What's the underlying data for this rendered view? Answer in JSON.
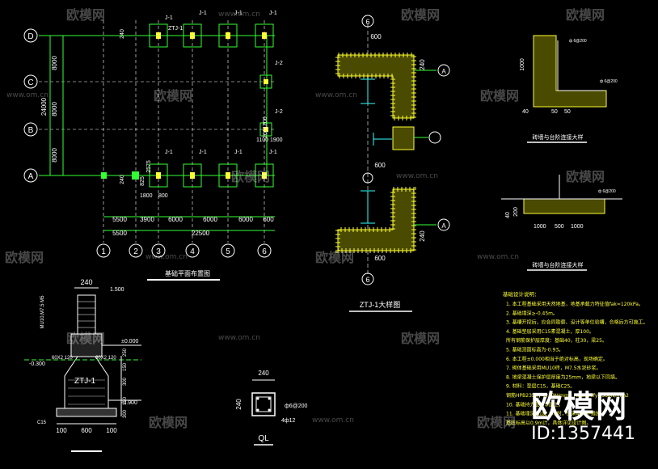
{
  "plan": {
    "row_labels": [
      "D",
      "C",
      "B",
      "A"
    ],
    "col_labels": [
      "1",
      "2",
      "3",
      "4",
      "5",
      "6"
    ],
    "vert_dims": [
      "8000",
      "8000",
      "8000"
    ],
    "vert_total": "24000",
    "dim_240": "240",
    "bay_dims": [
      "5500",
      "3900",
      "6000",
      "6000",
      "6000",
      "600"
    ],
    "total_dims": [
      "5500",
      "22500"
    ],
    "j1": "J-1",
    "j2": "J-2",
    "ztj1": "ZTJ-1",
    "dims_misc": [
      "1200",
      "200",
      "1100",
      "1900",
      "825",
      "2575",
      "1800",
      "800",
      "600"
    ],
    "title": "基础平面布置图"
  },
  "ztj1": {
    "labels": [
      "6",
      "6"
    ],
    "dims": [
      "600",
      "240",
      "600",
      "600",
      "240"
    ],
    "title": "ZTJ-1大样图"
  },
  "section1": {
    "title": "砖墙与台阶连接大样",
    "dims": [
      "1000",
      "50",
      "50",
      "40"
    ],
    "note": "ф 6@200"
  },
  "section2": {
    "title": "砖墙与台阶连接大样",
    "dims": [
      "1000",
      "500",
      "1000",
      "40",
      "200"
    ],
    "note": "ф 6@200"
  },
  "footing": {
    "top_dim": "240",
    "mortar": "MU10,M7.5 M5",
    "level_top": "1.500",
    "level_0": "±0.000",
    "level_neg": "-0.300",
    "level_bot": "-0.900",
    "grade": "C15",
    "beam": "60X2 120",
    "beam2": "60X2 120",
    "name": "ZTJ-1",
    "dims_v": [
      "250",
      "150",
      "300",
      "100",
      "300"
    ],
    "dims_h": [
      "100",
      "600",
      "100"
    ]
  },
  "ql": {
    "dim_w": "240",
    "dim_h": "240",
    "rebar1": "ф6@200",
    "rebar2": "4ф12",
    "label": "QL"
  },
  "notes": {
    "title": "基础设计说明：",
    "lines": [
      "1.  本工程基础采用天然地基，地基承载力特征值fak=120kPa。",
      "2.  基础埋深≥-0.45m。",
      "3.  基槽开挖后，应会同勘察、设计等单位验槽，合格后方可施工。",
      "4.  基础垫层采用C15素混凝土，厚100。",
      "     所有钢筋保护层厚度：基础40，柱30，梁25。",
      "5.  基础顶面标高为-0.93。",
      "6.  本工程±0.000相当于绝对标高，现场确定。",
      "7.  砌体基础采用MU10砖，M7.5水泥砂浆。",
      "8.  地梁混凝土保护层厚度为25mm，地梁以下回填。",
      "9.  材料：垫层C15，基础C25。",
      "     钢筋HPB235 fy=210N/mm2 HRB335fy=300N/mm2",
      "10.  基础持力层为②层土。",
      "11.  基础埋深超过2.5m时，应采取支护措施，",
      "      基底标高以0.9m计，具体详见设计图。"
    ]
  },
  "watermark": {
    "brand": "欧模网",
    "url": "www.om.cn",
    "id": "ID:1357441"
  }
}
